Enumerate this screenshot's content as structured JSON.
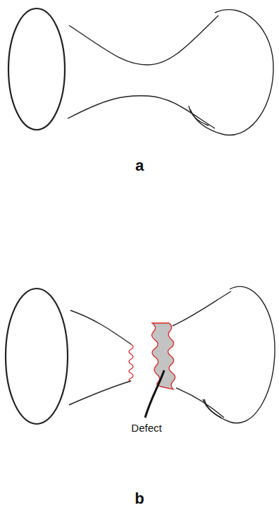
{
  "diagram": {
    "labels": [
      "a",
      "b",
      "Defect"
    ]
  }
}
